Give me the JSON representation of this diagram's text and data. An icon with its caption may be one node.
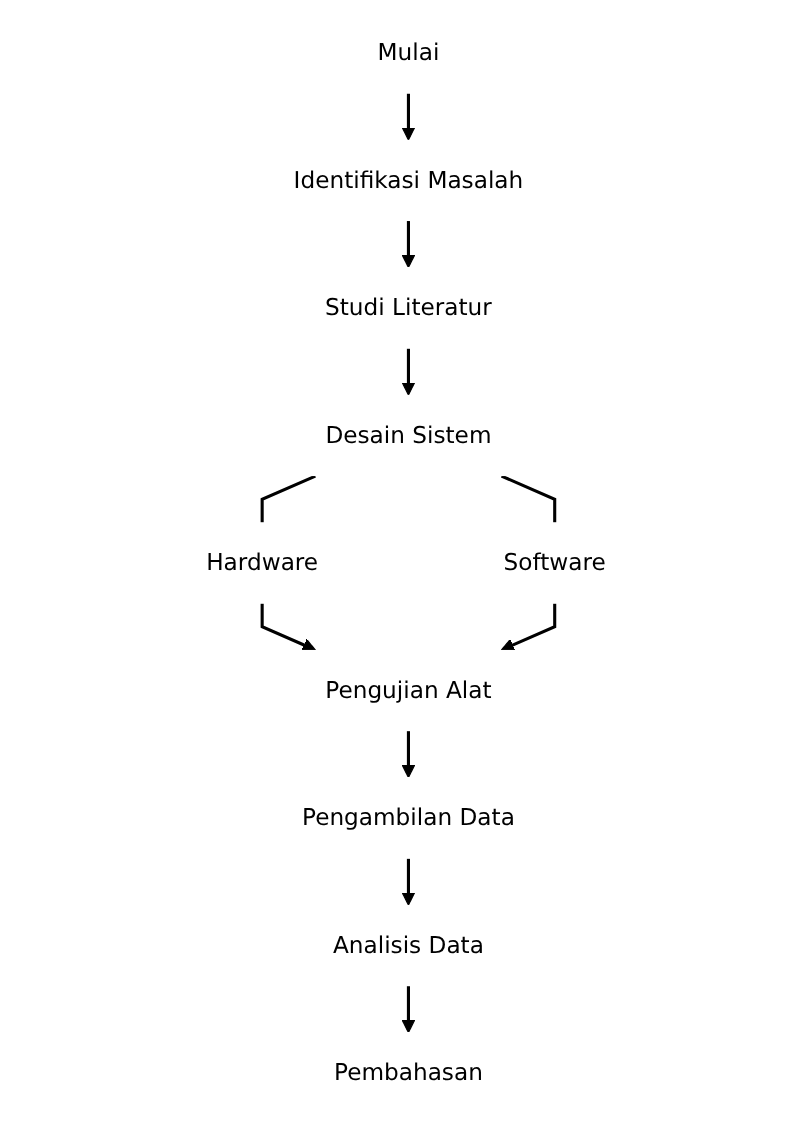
{
  "diagram": {
    "nodes": [
      {
        "text": [
          "Mulai"
        ]
      },
      {
        "text": [
          "Identifikasi Masalah"
        ]
      },
      {
        "text": [
          "Studi Literatur"
        ]
      },
      {
        "text": [
          "Desain Sistem"
        ]
      },
      {
        "text": [
          "Hardware"
        ]
      },
      {
        "text": [
          "Software"
        ]
      },
      {
        "text": [
          "Pengujian Alat"
        ]
      },
      {
        "text": [
          "Pengambilan Data"
        ]
      },
      {
        "text": [
          "Analisis Data"
        ]
      },
      {
        "text": [
          "Pembahasan"
        ]
      }
    ],
    "edges": [
      {
        "from": 0,
        "to": 1,
        "arrow": "to"
      },
      {
        "from": 1,
        "to": 2,
        "arrow": "to"
      },
      {
        "from": 2,
        "to": 3,
        "arrow": "to"
      },
      {
        "from": 3,
        "to": 4,
        "arrow": "none"
      },
      {
        "from": 3,
        "to": 5,
        "arrow": "none"
      },
      {
        "from": 4,
        "to": 6,
        "arrow": "to"
      },
      {
        "from": 5,
        "to": 6,
        "arrow": "to"
      },
      {
        "from": 6,
        "to": 7,
        "arrow": "to"
      },
      {
        "from": 7,
        "to": 8,
        "arrow": "to"
      },
      {
        "from": 8,
        "to": 9,
        "arrow": "to"
      }
    ]
  }
}
